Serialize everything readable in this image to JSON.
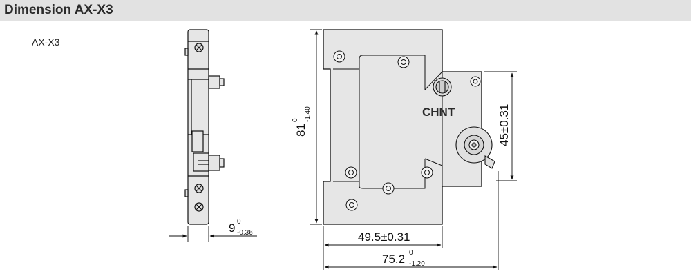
{
  "header": {
    "title": "Dimension AX-X3"
  },
  "model_label": "AX-X3",
  "brand_logo": "CHNT",
  "dimensions": {
    "height": {
      "nominal": "81",
      "upper_tol": "0",
      "lower_tol": "-1.40"
    },
    "depth_side": {
      "nominal": "9",
      "upper_tol": "0",
      "lower_tol": "-0.36"
    },
    "step_height": {
      "label": "45±0.31"
    },
    "front_width": {
      "label": "49.5±0.31"
    },
    "overall_width": {
      "nominal": "75.2",
      "upper_tol": "0",
      "lower_tol": "-1.20"
    }
  },
  "colors": {
    "body_fill": "#e6e6e6",
    "outline": "#111111",
    "header_bg": "#e2e2e2"
  }
}
